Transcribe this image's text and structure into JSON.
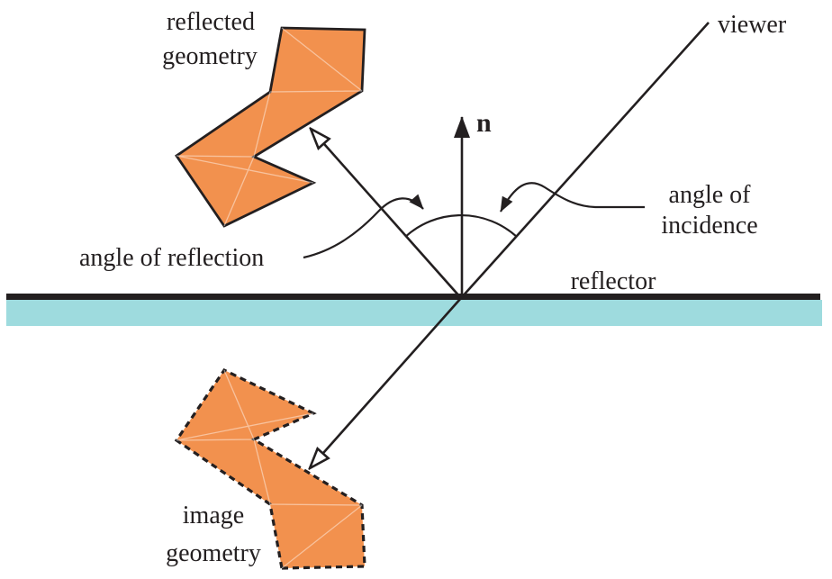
{
  "diagram": {
    "title": "mirror reflection geometry diagram",
    "labels": {
      "reflected_geometry_line1": "reflected",
      "reflected_geometry_line2": "geometry",
      "viewer": "viewer",
      "normal": "n",
      "angle_of_incidence_line1": "angle of",
      "angle_of_incidence_line2": "incidence",
      "angle_of_reflection": "angle of reflection",
      "reflector": "reflector",
      "image_geometry_line1": "image",
      "image_geometry_line2": "geometry"
    },
    "colors": {
      "geometry_fill": "#F2914E",
      "outline": "#231F20",
      "reflector_band": "#9EDBDE",
      "background": "#FFFFFF"
    }
  }
}
